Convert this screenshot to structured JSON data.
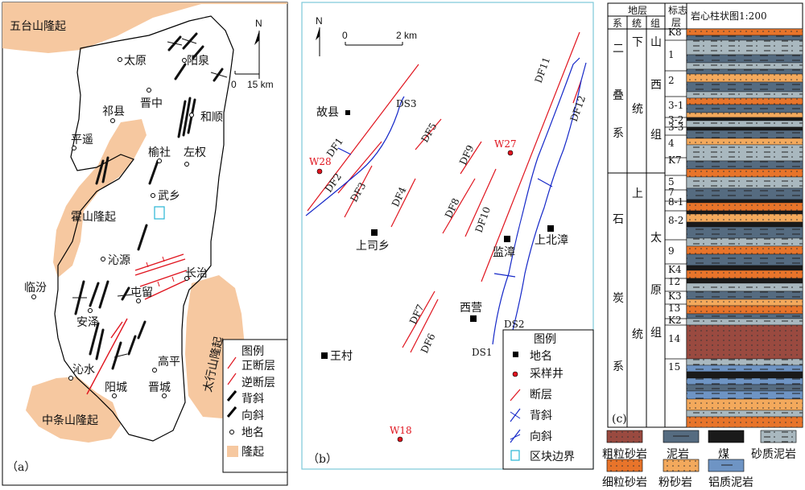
{
  "colors": {
    "uplift": "#F6C8A0",
    "fault": "#E0141E",
    "fold": "#1528C8",
    "block": "#29B6D6",
    "panel_b_border": "#7CC8D8",
    "coarse_sandstone": "#9A4A40",
    "mudstone": "#556B80",
    "coal": "#1A1A1A",
    "sandy_mudstone": "#A9B8BF",
    "fine_sandstone": "#E8742A",
    "siltstone": "#F3A95C",
    "bauxite_mudstone": "#6E94C4"
  },
  "panel_a": {
    "tag": "（a）",
    "north": "N",
    "scale_zero": "0",
    "scale_label": "15 km",
    "uplifts": [
      "五台山隆起",
      "霍山隆起",
      "太行山隆起",
      "中条山隆起"
    ],
    "places": [
      "太原",
      "阳泉",
      "晋中",
      "祁县",
      "和顺",
      "平遥",
      "榆社",
      "左权",
      "武乡",
      "沁源",
      "长治",
      "临汾",
      "屯留",
      "安泽",
      "高平",
      "沁水",
      "阳城",
      "晋城"
    ],
    "legend": {
      "title": "图例",
      "items": [
        "正断层",
        "逆断层",
        "背斜",
        "向斜",
        "地名",
        "隆起"
      ]
    }
  },
  "panel_b": {
    "tag": "（b）",
    "north": "N",
    "scale_zero": "0",
    "scale_label": "2 km",
    "faults": [
      "DF1",
      "DF2",
      "DF3",
      "DF4",
      "DF5",
      "DF6",
      "DF7",
      "DF8",
      "DF9",
      "DF10",
      "DF11",
      "DF12"
    ],
    "folds": [
      "DS1",
      "DS2",
      "DS3"
    ],
    "places": [
      "故县",
      "上司乡",
      "监漳",
      "上北漳",
      "西营",
      "王村"
    ],
    "wells": [
      "W28",
      "W27",
      "W18"
    ],
    "legend": {
      "title": "图例",
      "items": [
        "地名",
        "采样井",
        "断层",
        "背斜",
        "向斜",
        "区块边界"
      ]
    }
  },
  "panel_c": {
    "tag": "(c)",
    "header": {
      "strata": "地层",
      "system": "系",
      "series": "统",
      "formation": "组",
      "marker_line1": "标志",
      "marker_line2": "层",
      "column_title": "岩心柱状图1:200"
    },
    "system_permian": [
      "二",
      "叠",
      "系"
    ],
    "system_carboniferous": [
      "石",
      "炭",
      "系"
    ],
    "series_lower": [
      "下",
      "统"
    ],
    "series_upper": [
      "上",
      "统"
    ],
    "formation_shanxi": [
      "山",
      "西",
      "组"
    ],
    "formation_taiyuan": [
      "太",
      "原",
      "组"
    ],
    "markers": [
      "K8",
      "1",
      "2",
      "3-1",
      "3-2",
      "3-3",
      "4",
      "K7",
      "5",
      "7",
      "8-1",
      "8-2",
      "9",
      "K4",
      "12",
      "K3",
      "13",
      "K2",
      "14",
      "15"
    ],
    "lithology_legend": [
      "粗粒砂岩",
      "泥岩",
      "煤",
      "砂质泥岩",
      "细粒砂岩",
      "粉砂岩",
      "铝质泥岩"
    ]
  }
}
